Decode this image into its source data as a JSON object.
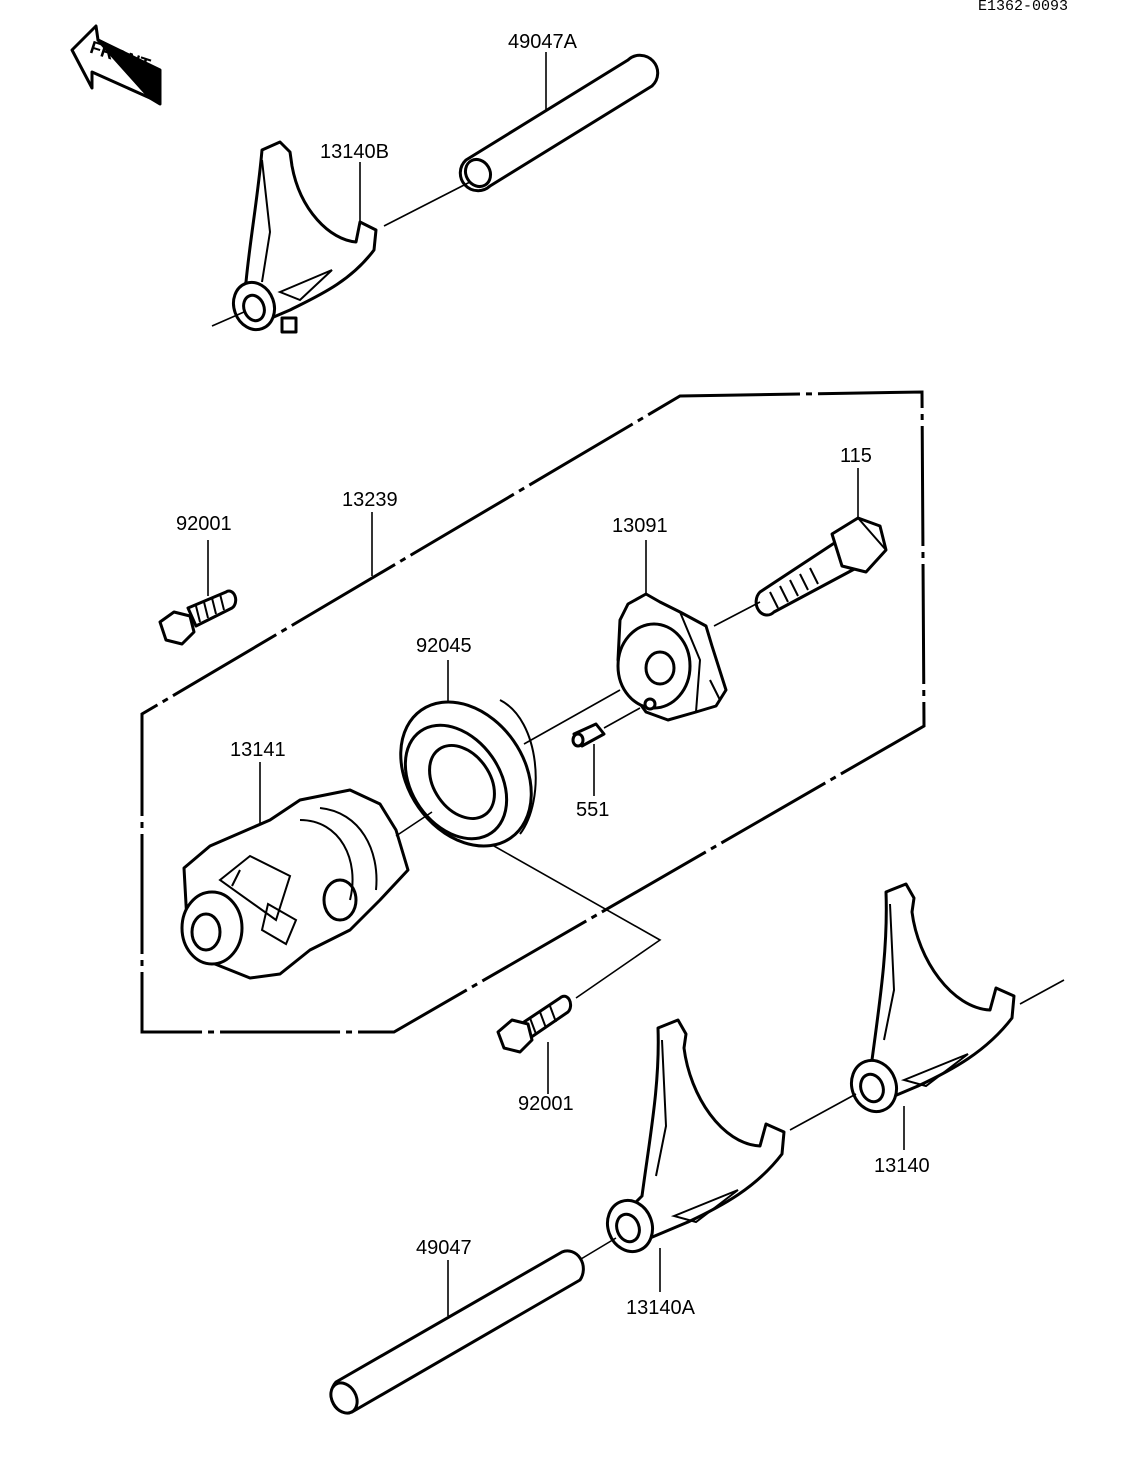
{
  "drawing_code": "E1362-0093",
  "front_label": "FRONT",
  "labels": {
    "shaft_top": "49047A",
    "fork_top": "13140B",
    "assembly": "13239",
    "bolt_left": "92001",
    "bolt_right": "115",
    "holder": "13091",
    "bearing": "92045",
    "drum": "13141",
    "pin": "551",
    "bolt_bottom": "92001",
    "fork_right": "13140",
    "shaft_bottom": "49047",
    "fork_middle": "13140A"
  }
}
